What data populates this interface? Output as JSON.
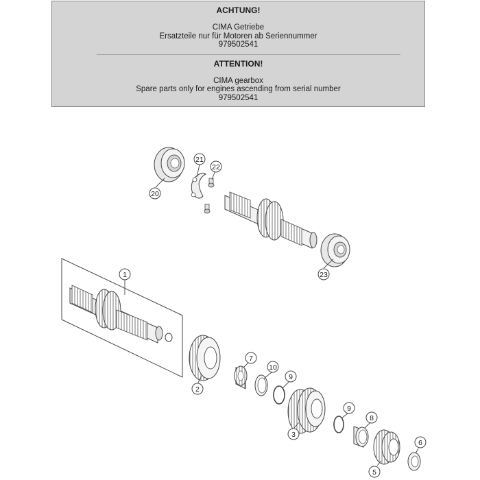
{
  "notice": {
    "de": {
      "title": "ACHTUNG!",
      "line1": "CIMA Getriebe",
      "line2": "Ersatzteile nur für Motoren ab Seriennummer",
      "line3": "979502541"
    },
    "en": {
      "title": "ATTENTION!",
      "line1": "CIMA gearbox",
      "line2": "Spare parts only for engines ascending from serial number",
      "line3": "979502541"
    }
  },
  "callouts": {
    "c1": "1",
    "c2": "2",
    "c3": "3",
    "c5": "5",
    "c6": "6",
    "c7": "7",
    "c8": "8",
    "c9a": "9",
    "c9b": "9",
    "c10": "10",
    "c20": "20",
    "c21": "21",
    "c22": "22",
    "c23": "23"
  }
}
